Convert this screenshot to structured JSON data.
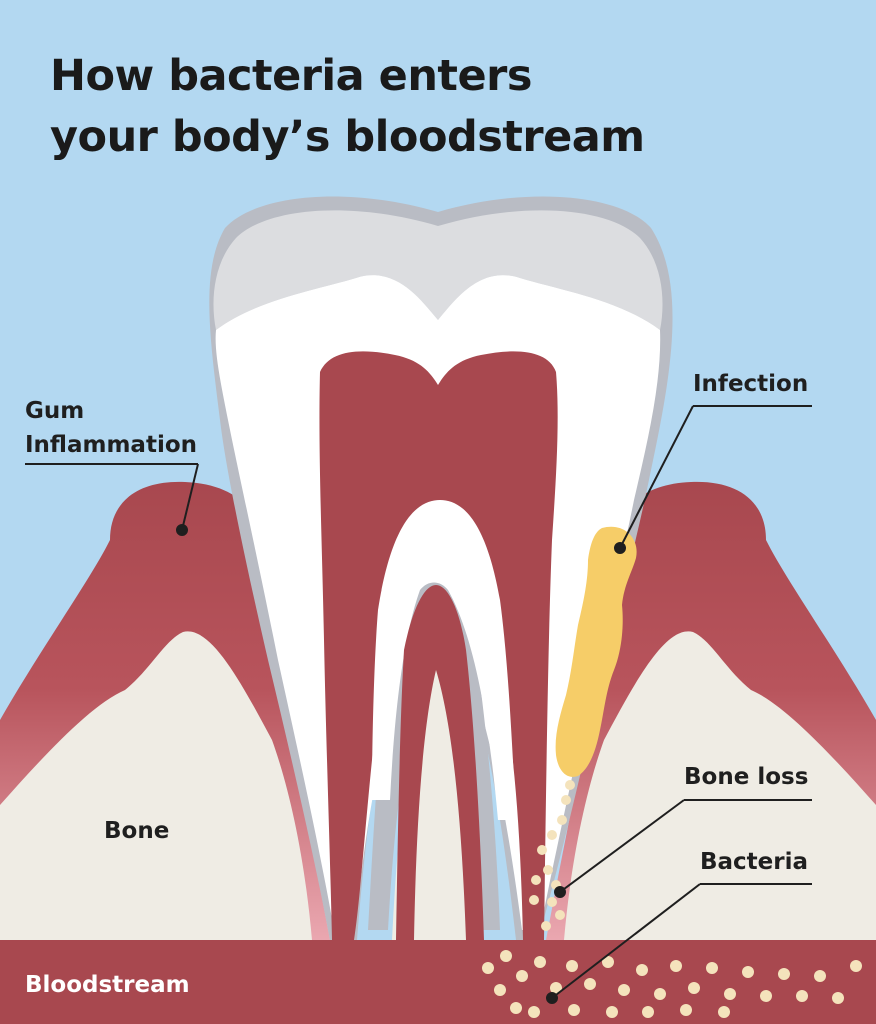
{
  "title": {
    "line1": "How bacteria enters",
    "line2": "your body’s bloodstream"
  },
  "labels": {
    "gum_line1": "Gum",
    "gum_line2": "Inflammation",
    "infection": "Infection",
    "bone_loss": "Bone loss",
    "bacteria": "Bacteria",
    "bone": "Bone",
    "bloodstream": "Bloodstream"
  },
  "colors": {
    "sky": "#b3d8f1",
    "gum": "#a8484f",
    "gum_light": "#e7a0a9",
    "bone": "#efece4",
    "enamel": "#b9bcc4",
    "enamel_top": "#dcdde0",
    "dentin": "#ffffff",
    "pulp": "#a8484f",
    "infection": "#f6cd68",
    "bacteria": "#f4e3bc",
    "bloodstream": "#a8484f"
  }
}
